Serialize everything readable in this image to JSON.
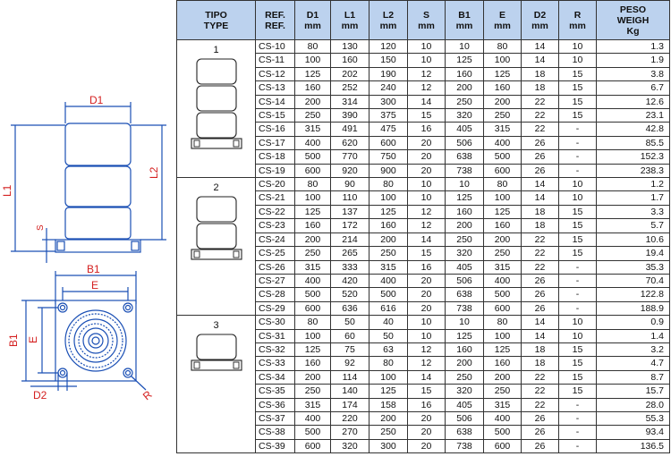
{
  "drawing": {
    "labels": {
      "d1": "D1",
      "l1": "L1",
      "l2": "L2",
      "s": "S",
      "b1_top": "B1",
      "e_top": "E",
      "b1_side": "B1",
      "e_side": "E",
      "d2": "D2",
      "r": "R"
    },
    "line_color": "#1a4fb5",
    "label_color": "#d42020"
  },
  "table": {
    "headers": [
      {
        "key": "tipo",
        "lines": [
          "TIPO",
          "TYPE"
        ]
      },
      {
        "key": "ref",
        "lines": [
          "REF.",
          "REF."
        ]
      },
      {
        "key": "d1",
        "lines": [
          "D1",
          "mm"
        ]
      },
      {
        "key": "l1",
        "lines": [
          "L1",
          "mm"
        ]
      },
      {
        "key": "l2",
        "lines": [
          "L2",
          "mm"
        ]
      },
      {
        "key": "s",
        "lines": [
          "S",
          "mm"
        ]
      },
      {
        "key": "b1",
        "lines": [
          "B1",
          "mm"
        ]
      },
      {
        "key": "e",
        "lines": [
          "E",
          "mm"
        ]
      },
      {
        "key": "d2",
        "lines": [
          "D2",
          "mm"
        ]
      },
      {
        "key": "r",
        "lines": [
          "R",
          "mm"
        ]
      },
      {
        "key": "peso",
        "lines": [
          "PESO",
          "WEIGH",
          "Kg"
        ]
      }
    ],
    "header_bg": "#bcd2ee",
    "groups": [
      {
        "type": "1",
        "bands": 3,
        "rows": [
          [
            "CS-10",
            "80",
            "130",
            "120",
            "10",
            "10",
            "80",
            "14",
            "10",
            "1.3"
          ],
          [
            "CS-11",
            "100",
            "160",
            "150",
            "10",
            "125",
            "100",
            "14",
            "10",
            "1.9"
          ],
          [
            "CS-12",
            "125",
            "202",
            "190",
            "12",
            "160",
            "125",
            "18",
            "15",
            "3.8"
          ],
          [
            "CS-13",
            "160",
            "252",
            "240",
            "12",
            "200",
            "160",
            "18",
            "15",
            "6.7"
          ],
          [
            "CS-14",
            "200",
            "314",
            "300",
            "14",
            "250",
            "200",
            "22",
            "15",
            "12.6"
          ],
          [
            "CS-15",
            "250",
            "390",
            "375",
            "15",
            "320",
            "250",
            "22",
            "15",
            "23.1"
          ],
          [
            "CS-16",
            "315",
            "491",
            "475",
            "16",
            "405",
            "315",
            "22",
            "-",
            "42.8"
          ],
          [
            "CS-17",
            "400",
            "620",
            "600",
            "20",
            "506",
            "400",
            "26",
            "-",
            "85.5"
          ],
          [
            "CS-18",
            "500",
            "770",
            "750",
            "20",
            "638",
            "500",
            "26",
            "-",
            "152.3"
          ],
          [
            "CS-19",
            "600",
            "920",
            "900",
            "20",
            "738",
            "600",
            "26",
            "-",
            "238.3"
          ]
        ]
      },
      {
        "type": "2",
        "bands": 2,
        "rows": [
          [
            "CS-20",
            "80",
            "90",
            "80",
            "10",
            "10",
            "80",
            "14",
            "10",
            "1.2"
          ],
          [
            "CS-21",
            "100",
            "110",
            "100",
            "10",
            "125",
            "100",
            "14",
            "10",
            "1.7"
          ],
          [
            "CS-22",
            "125",
            "137",
            "125",
            "12",
            "160",
            "125",
            "18",
            "15",
            "3.3"
          ],
          [
            "CS-23",
            "160",
            "172",
            "160",
            "12",
            "200",
            "160",
            "18",
            "15",
            "5.7"
          ],
          [
            "CS-24",
            "200",
            "214",
            "200",
            "14",
            "250",
            "200",
            "22",
            "15",
            "10.6"
          ],
          [
            "CS-25",
            "250",
            "265",
            "250",
            "15",
            "320",
            "250",
            "22",
            "15",
            "19.4"
          ],
          [
            "CS-26",
            "315",
            "333",
            "315",
            "16",
            "405",
            "315",
            "22",
            "-",
            "35.3"
          ],
          [
            "CS-27",
            "400",
            "420",
            "400",
            "20",
            "506",
            "400",
            "26",
            "-",
            "70.4"
          ],
          [
            "CS-28",
            "500",
            "520",
            "500",
            "20",
            "638",
            "500",
            "26",
            "-",
            "122.8"
          ],
          [
            "CS-29",
            "600",
            "636",
            "616",
            "20",
            "738",
            "600",
            "26",
            "-",
            "188.9"
          ]
        ]
      },
      {
        "type": "3",
        "bands": 1,
        "rows": [
          [
            "CS-30",
            "80",
            "50",
            "40",
            "10",
            "10",
            "80",
            "14",
            "10",
            "0.9"
          ],
          [
            "CS-31",
            "100",
            "60",
            "50",
            "10",
            "125",
            "100",
            "14",
            "10",
            "1.4"
          ],
          [
            "CS-32",
            "125",
            "75",
            "63",
            "12",
            "160",
            "125",
            "18",
            "15",
            "3.2"
          ],
          [
            "CS-33",
            "160",
            "92",
            "80",
            "12",
            "200",
            "160",
            "18",
            "15",
            "4.7"
          ],
          [
            "CS-34",
            "200",
            "114",
            "100",
            "14",
            "250",
            "200",
            "22",
            "15",
            "8.7"
          ],
          [
            "CS-35",
            "250",
            "140",
            "125",
            "15",
            "320",
            "250",
            "22",
            "15",
            "15.7"
          ],
          [
            "CS-36",
            "315",
            "174",
            "158",
            "16",
            "405",
            "315",
            "22",
            "-",
            "28.0"
          ],
          [
            "CS-37",
            "400",
            "220",
            "200",
            "20",
            "506",
            "400",
            "26",
            "-",
            "55.3"
          ],
          [
            "CS-38",
            "500",
            "270",
            "250",
            "20",
            "638",
            "500",
            "26",
            "-",
            "93.4"
          ],
          [
            "CS-39",
            "600",
            "320",
            "300",
            "20",
            "738",
            "600",
            "26",
            "-",
            "136.5"
          ]
        ]
      }
    ]
  }
}
